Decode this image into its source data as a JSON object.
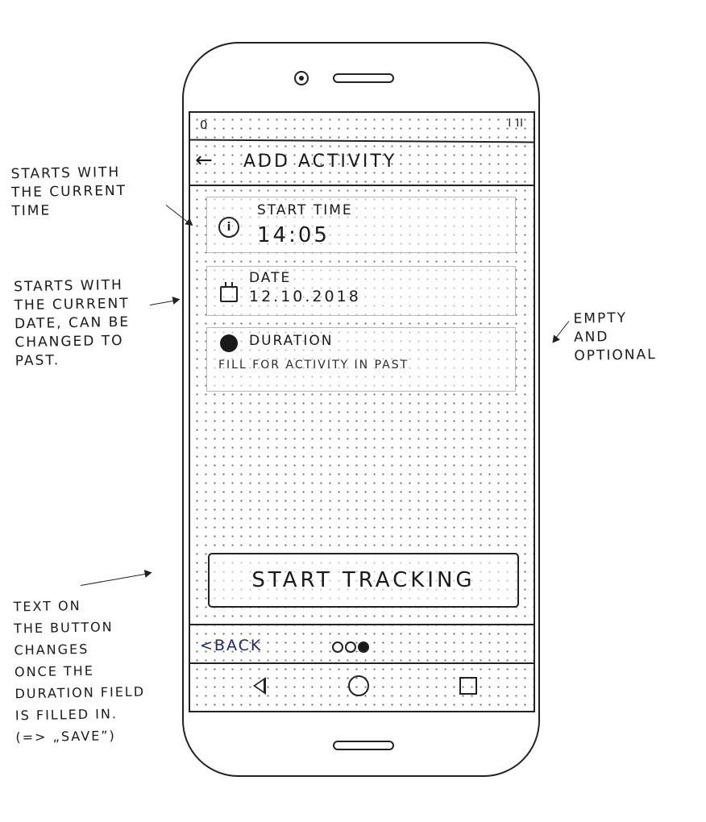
{
  "header": {
    "back_icon": "arrow-left-icon",
    "title": "ADD ACTIVITY"
  },
  "status_bar": {
    "left": "0",
    "right": "I II"
  },
  "fields": {
    "start_time": {
      "icon": "clock-icon",
      "label": "START TIME",
      "value": "14:05"
    },
    "date": {
      "icon": "calendar-icon",
      "label": "DATE",
      "value": "12.10.2018"
    },
    "duration": {
      "icon": "moon-icon",
      "label": "DURATION",
      "placeholder": "FILL FOR ACTIVITY IN PAST"
    }
  },
  "primary_button": {
    "label": "START TRACKING"
  },
  "footer": {
    "back_label": "<BACK",
    "pager": {
      "total": 3,
      "active": 3
    }
  },
  "nav_bar": {
    "back_icon": "triangle-back-icon",
    "home_icon": "circle-home-icon",
    "recent_icon": "square-recent-icon"
  },
  "annotations": {
    "start_time_note": "STARTS WITH\nTHE CURRENT\nTIME",
    "date_note": "STARTS WITH\nTHE CURRENT\nDATE, CAN BE\nCHANGED TO\nPAST.",
    "duration_note": "EMPTY\nAND\nOPTIONAL",
    "button_note": "TEXT ON\nTHE BUTTON\nCHANGES\nONCE THE\nDURATION FIELD\nIS FILLED IN.\n(=> „SAVE”)"
  }
}
